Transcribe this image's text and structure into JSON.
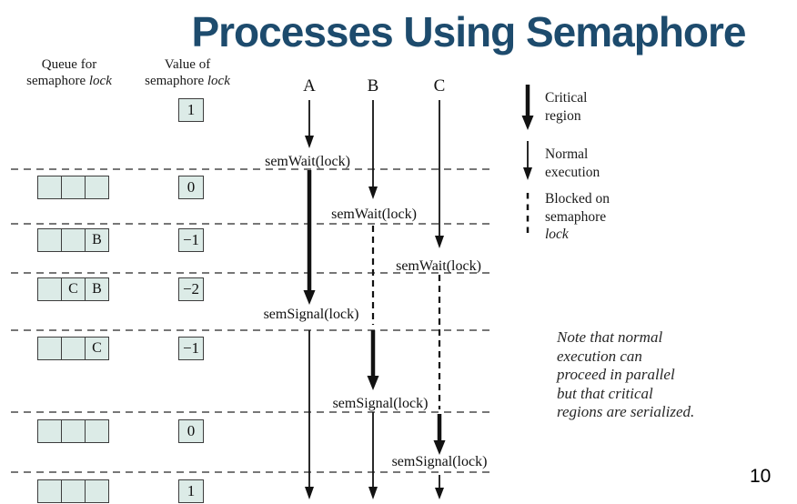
{
  "title": "Processes Using Semaphore",
  "page_number": "10",
  "colors": {
    "title": "#1d4b6d",
    "box_fill": "#dcebe7",
    "box_border": "#3d3d3d",
    "line": "#121212",
    "dashed": "#4a4a4a"
  },
  "headers": {
    "queue": {
      "line1": "Queue for",
      "line2_roman": "semaphore ",
      "line2_italic": "lock"
    },
    "value": {
      "line1": "Value of",
      "line2_roman": "semaphore ",
      "line2_italic": "lock"
    }
  },
  "processes": [
    "A",
    "B",
    "C"
  ],
  "initial_value": "1",
  "rows": [
    {
      "queue": [
        "",
        "",
        ""
      ],
      "value": "0"
    },
    {
      "queue": [
        "",
        "",
        "B"
      ],
      "value": "−1"
    },
    {
      "queue": [
        "",
        "C",
        "B"
      ],
      "value": "−2"
    },
    {
      "queue": [
        "",
        "",
        "C"
      ],
      "value": "−1"
    },
    {
      "queue": [
        "",
        "",
        ""
      ],
      "value": "0"
    },
    {
      "queue": [
        "",
        "",
        ""
      ],
      "value": "1"
    }
  ],
  "events": [
    "semWait(lock)",
    "semWait(lock)",
    "semWait(lock)",
    "semSignal(lock)",
    "semSignal(lock)",
    "semSignal(lock)"
  ],
  "legend": [
    {
      "lines": [
        "Critical",
        "region"
      ]
    },
    {
      "lines": [
        "Normal",
        "execution"
      ]
    },
    {
      "lines": [
        "Blocked on",
        "semaphore",
        "lock"
      ]
    }
  ],
  "note_lines": [
    "Note that normal",
    "execution can",
    "proceed in parallel",
    "but that critical",
    "regions are serialized."
  ]
}
